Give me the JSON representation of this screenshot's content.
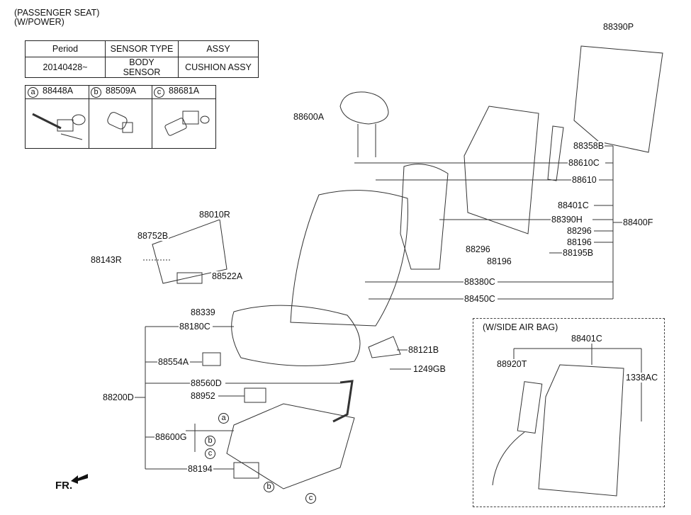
{
  "header": {
    "line1": "(PASSENGER SEAT)",
    "line2": "(W/POWER)"
  },
  "spec_table": {
    "headers": [
      "Period",
      "SENSOR TYPE",
      "ASSY"
    ],
    "row": [
      "20140428~",
      "BODY SENSOR",
      "CUSHION ASSY"
    ]
  },
  "sub_parts": [
    {
      "key": "a",
      "part": "88448A"
    },
    {
      "key": "b",
      "part": "88509A"
    },
    {
      "key": "c",
      "part": "88681A"
    }
  ],
  "labels": {
    "p88390P": "88390P",
    "p88600A": "88600A",
    "p88358B": "88358B",
    "p88610C": "88610C",
    "p88610": "88610",
    "p88401C": "88401C",
    "p88390H": "88390H",
    "p88400F": "88400F",
    "p88296": "88296",
    "p88196": "88196",
    "p88195B": "88195B",
    "p88296b": "88296",
    "p88196b": "88196",
    "p88380C": "88380C",
    "p88450C": "88450C",
    "p88010R": "88010R",
    "p88752B": "88752B",
    "p88143R": "88143R",
    "p88522A": "88522A",
    "p88339": "88339",
    "p88180C": "88180C",
    "p88554A": "88554A",
    "p88560D": "88560D",
    "p88200D": "88200D",
    "p88952": "88952",
    "p88600G": "88600G",
    "p88194": "88194",
    "p88121B": "88121B",
    "p1249GB": "1249GB"
  },
  "callouts": {
    "a": "a",
    "b": "b",
    "c": "c"
  },
  "airbag": {
    "title": "(W/SIDE AIR BAG)",
    "p88401C": "88401C",
    "p88920T": "88920T",
    "p1338AC": "1338AC"
  },
  "direction": "FR."
}
